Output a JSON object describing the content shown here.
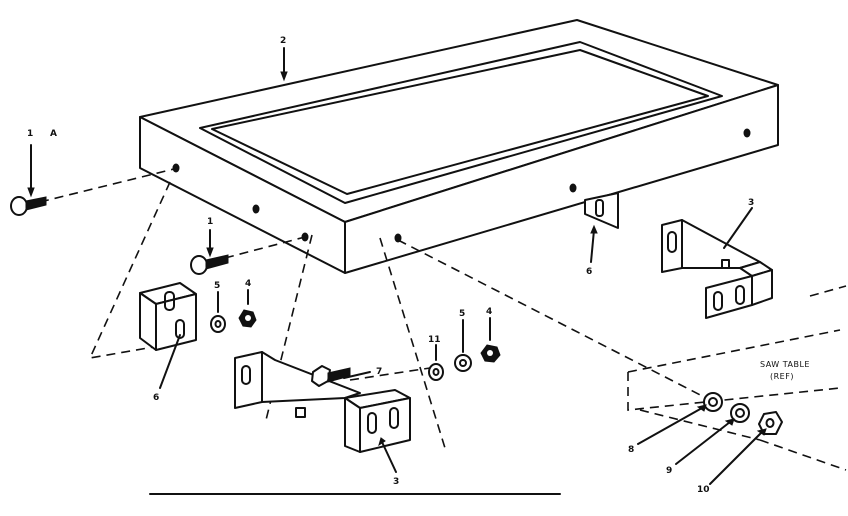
{
  "diagram": {
    "callouts": {
      "c1_top": "1",
      "c1_top_suffix": "A",
      "c2": "2",
      "c1_mid": "1",
      "c5_left": "5",
      "c4_left": "4",
      "c6_left": "6",
      "c7": "7",
      "c11": "11",
      "c5_mid": "5",
      "c4_mid": "4",
      "c3_bottom": "3",
      "c3_right": "3",
      "c6_right": "6",
      "c8": "8",
      "c9": "9",
      "c10": "10"
    },
    "saw_table_label_line1": "SAW TABLE",
    "saw_table_label_line2": "(REF)"
  }
}
